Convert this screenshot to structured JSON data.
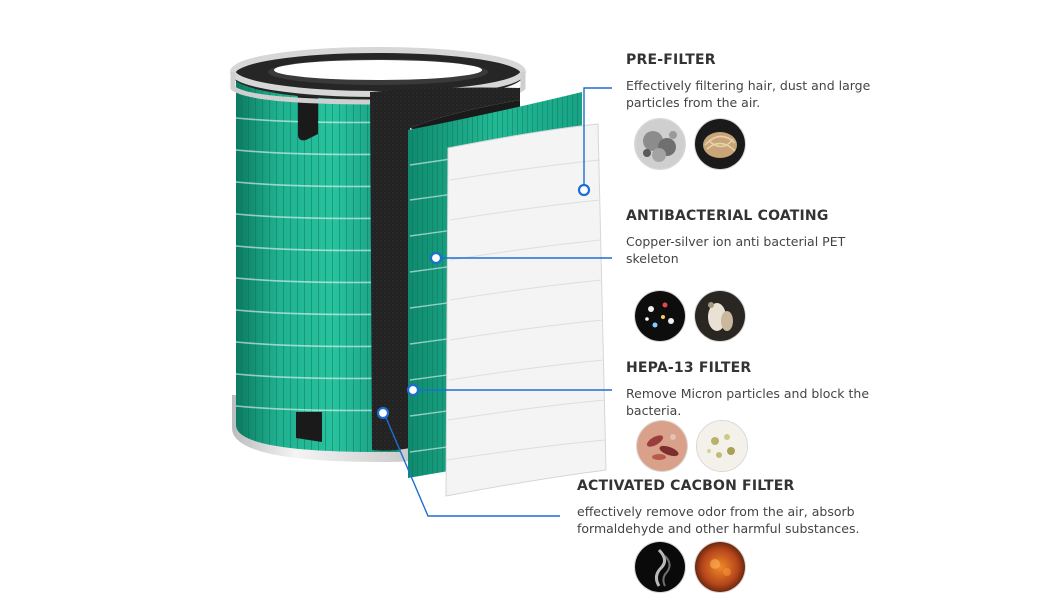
{
  "layers": [
    {
      "id": "pre-filter",
      "title": "PRE-FILTER",
      "description": "Effectively filtering hair, dust and large particles from the air.",
      "icons": [
        "dust-sample-icon",
        "hair-sample-icon"
      ]
    },
    {
      "id": "antibacterial",
      "title": "ANTIBACTERIAL COATING",
      "description": "Copper-silver ion anti bacterial PET skeleton",
      "icons": [
        "bacteria-microscope-icon",
        "mold-sample-icon"
      ]
    },
    {
      "id": "hepa",
      "title": "HEPA-13 FILTER",
      "description": "Remove Micron particles and block the bacteria.",
      "icons": [
        "germ-cells-icon",
        "pollen-sample-icon"
      ]
    },
    {
      "id": "carbon",
      "title": "ACTIVATED CACBON FILTER",
      "description": "effectively remove odor from the air, absorb formaldehyde and other harmful substances.",
      "icons": [
        "smoke-icon",
        "odor-icon"
      ]
    }
  ],
  "colors": {
    "accent_line": "#1c6fd1",
    "filter_green": "#1fb08f",
    "filter_green_dark": "#0f8a6e",
    "carbon_black": "#232323",
    "frame_gray": "#d9d9d9",
    "text_dark": "#333333"
  }
}
